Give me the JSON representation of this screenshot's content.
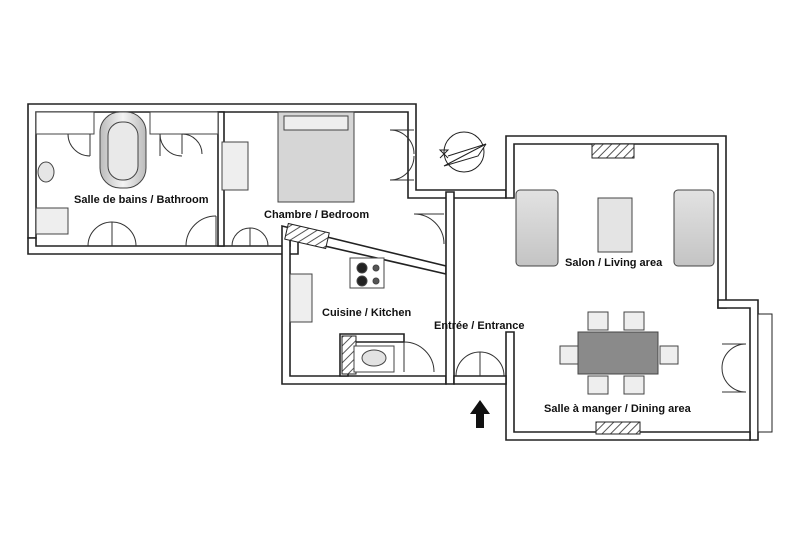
{
  "rooms": {
    "bathroom": "Salle de bains / Bathroom",
    "bedroom": "Chambre / Bedroom",
    "kitchen": "Cuisine / Kitchen",
    "entrance": "Entrée / Entrance",
    "living": "Salon / Living area",
    "dining": "Salle à manger / Dining area"
  },
  "icons": {
    "compass": "compass-icon",
    "entry_arrow": "entry-arrow-icon"
  },
  "colors": {
    "wall": "#ffffff",
    "wall_stroke": "#222222",
    "hatch": "#555555",
    "furniture": "#cfcfcf",
    "dining_table": "#8a8a8a"
  }
}
